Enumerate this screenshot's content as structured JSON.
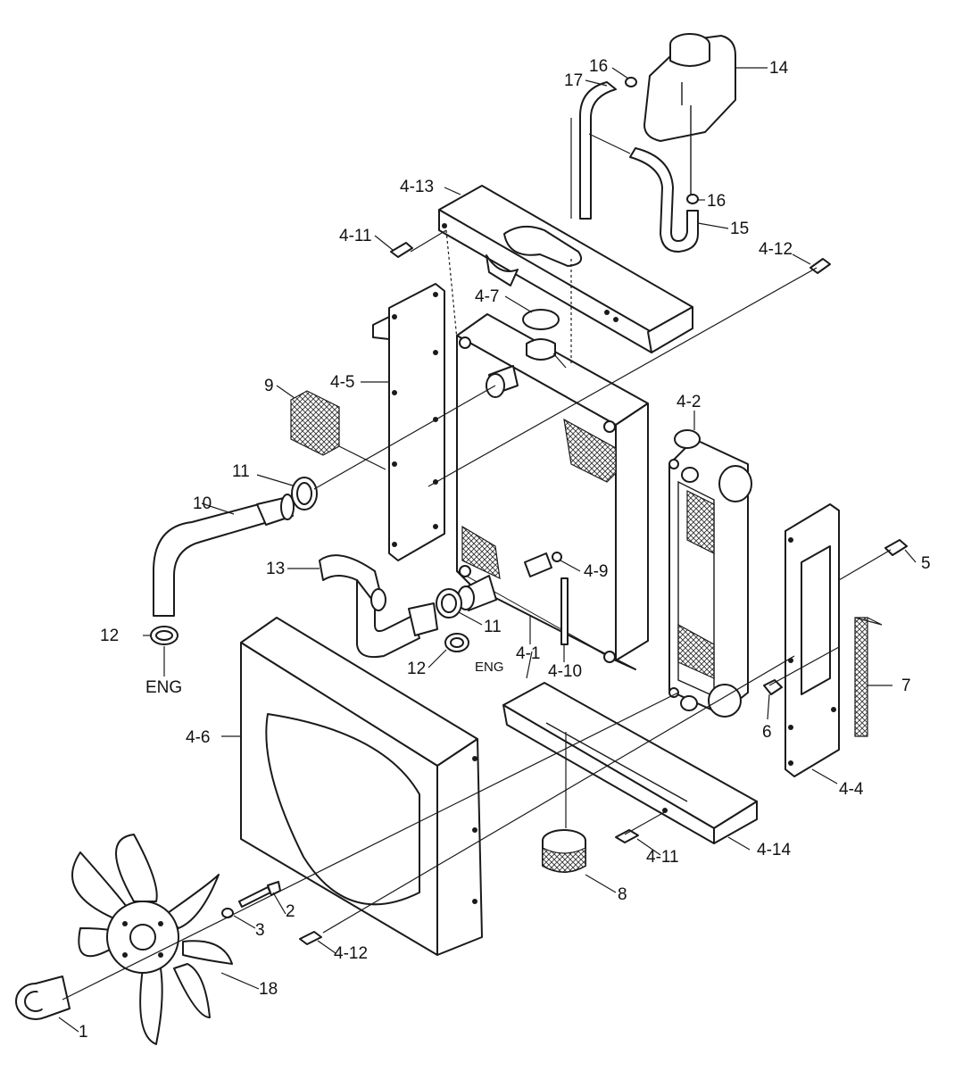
{
  "callouts": {
    "c1": "1",
    "c2": "2",
    "c3": "3",
    "c4_1": "4-1",
    "c4_2": "4-2",
    "c4_4": "4-4",
    "c4_5": "4-5",
    "c4_6": "4-6",
    "c4_7": "4-7",
    "c4_9": "4-9",
    "c4_10": "4-10",
    "c4_11a": "4-11",
    "c4_11b": "4-11",
    "c4_12a": "4-12",
    "c4_12b": "4-12",
    "c4_13": "4-13",
    "c4_14": "4-14",
    "c5": "5",
    "c6": "6",
    "c7": "7",
    "c8": "8",
    "c9": "9",
    "c10": "10",
    "c11a": "11",
    "c11b": "11",
    "c12a": "12",
    "c12b": "12",
    "c13": "13",
    "c14": "14",
    "c15": "15",
    "c16a": "16",
    "c16b": "16",
    "c17": "17",
    "c18": "18",
    "eng_a": "ENG",
    "eng_b": "ENG"
  },
  "colors": {
    "line": "#1a1a1a",
    "background": "#ffffff"
  }
}
